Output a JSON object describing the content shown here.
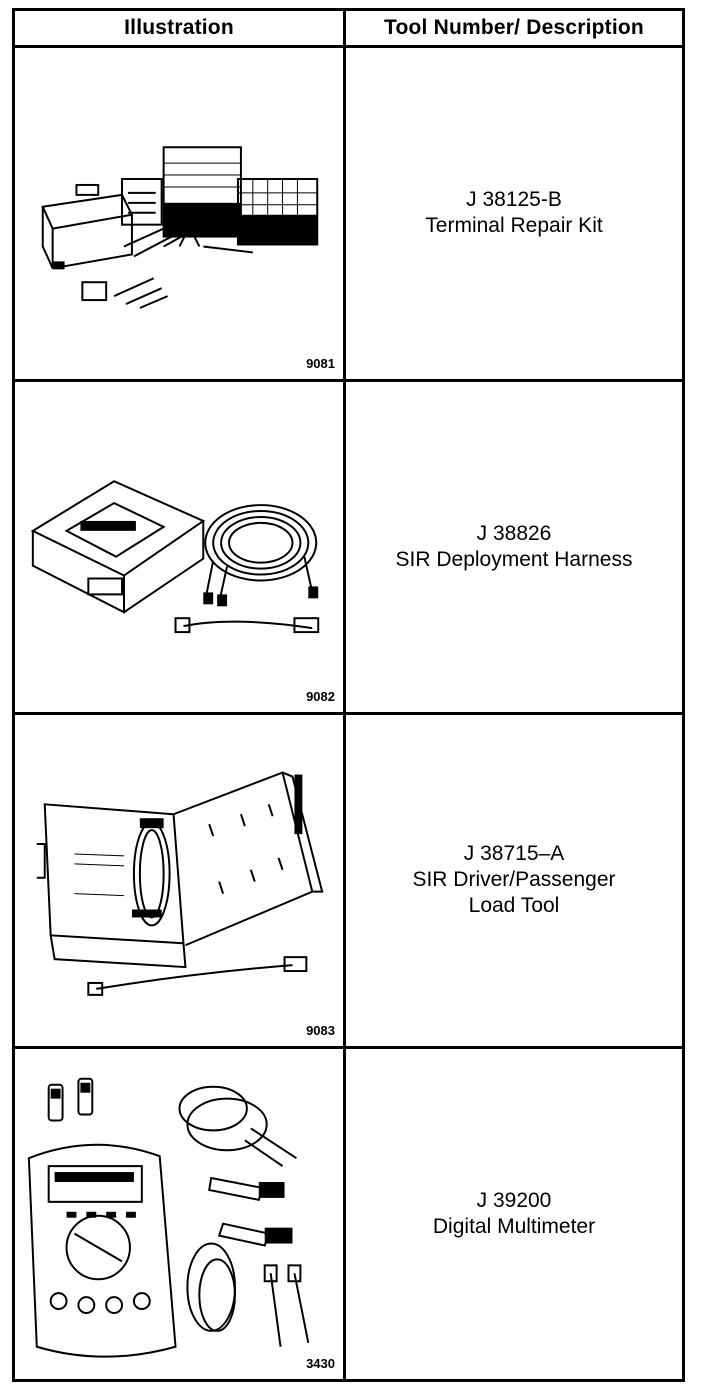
{
  "header": {
    "illustration": "Illustration",
    "tool": "Tool Number/ Description"
  },
  "rows": [
    {
      "fig": "9081",
      "number": "J 38125-B",
      "desc_lines": [
        "Terminal Repair Kit"
      ]
    },
    {
      "fig": "9082",
      "number": "J 38826",
      "desc_lines": [
        "SIR Deployment Harness"
      ]
    },
    {
      "fig": "9083",
      "number": "J 38715–A",
      "desc_lines": [
        "SIR Driver/Passenger",
        "Load Tool"
      ]
    },
    {
      "fig": "3430",
      "number": "J 39200",
      "desc_lines": [
        "Digital Multimeter"
      ]
    }
  ]
}
